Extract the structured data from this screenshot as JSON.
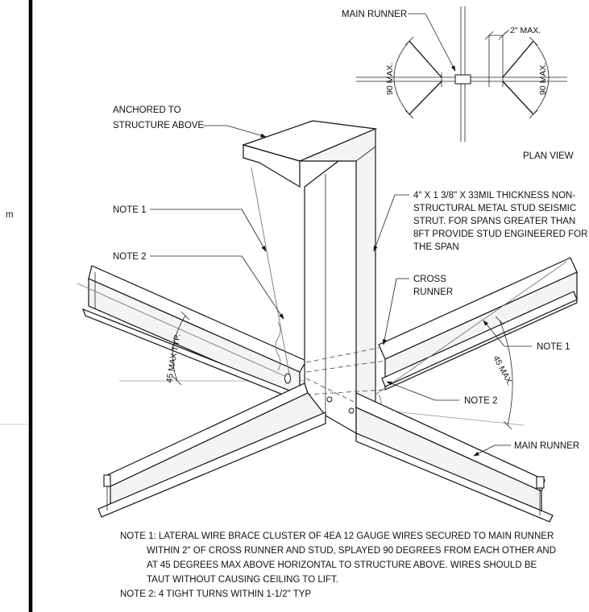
{
  "side_mark": "m",
  "plan": {
    "main_runner_label": "MAIN RUNNER",
    "gap_label": "2\" MAX.",
    "angle_left_label": "90 MAX.",
    "angle_right_label": "90 MAX.",
    "view_label": "PLAN VIEW"
  },
  "labels": {
    "anchored_line1": "ANCHORED TO",
    "anchored_line2": "STRUCTURE ABOVE",
    "note1_left": "NOTE 1",
    "note2_left": "NOTE 2",
    "strut_line1": "4\" X 1 3/8\" X 33MIL THICKNESS NON-",
    "strut_line2": "STRUCTURAL METAL STUD SEISMIC",
    "strut_line3": "STRUT. FOR SPANS GREATER THAN",
    "strut_line4": "8FT PROVIDE STUD ENGINEERED FOR",
    "strut_line5": "THE SPAN",
    "cross_runner_line1": "CROSS",
    "cross_runner_line2": "RUNNER",
    "note1_right": "NOTE 1",
    "note2_right": "NOTE 2",
    "main_runner_bottom": "MAIN RUNNER",
    "angle_left": "45 MAX TYP.",
    "angle_right": "45 MAX."
  },
  "notes": {
    "note1_line1": "NOTE 1: LATERAL WIRE BRACE CLUSTER OF 4EA 12 GAUGE WIRES SECURED TO MAIN RUNNER",
    "note1_line2": "WITHIN 2\" OF CROSS RUNNER AND STUD, SPLAYED 90 DEGREES FROM EACH OTHER AND",
    "note1_line3": "AT 45 DEGREES MAX ABOVE HORIZONTAL TO STRUCTURE ABOVE. WIRES SHOULD BE",
    "note1_line4": "TAUT WITHOUT CAUSING CEILING TO LIFT.",
    "note2_line1": "NOTE 2: 4 TIGHT TURNS WITHIN 1-1/2\" TYP"
  }
}
